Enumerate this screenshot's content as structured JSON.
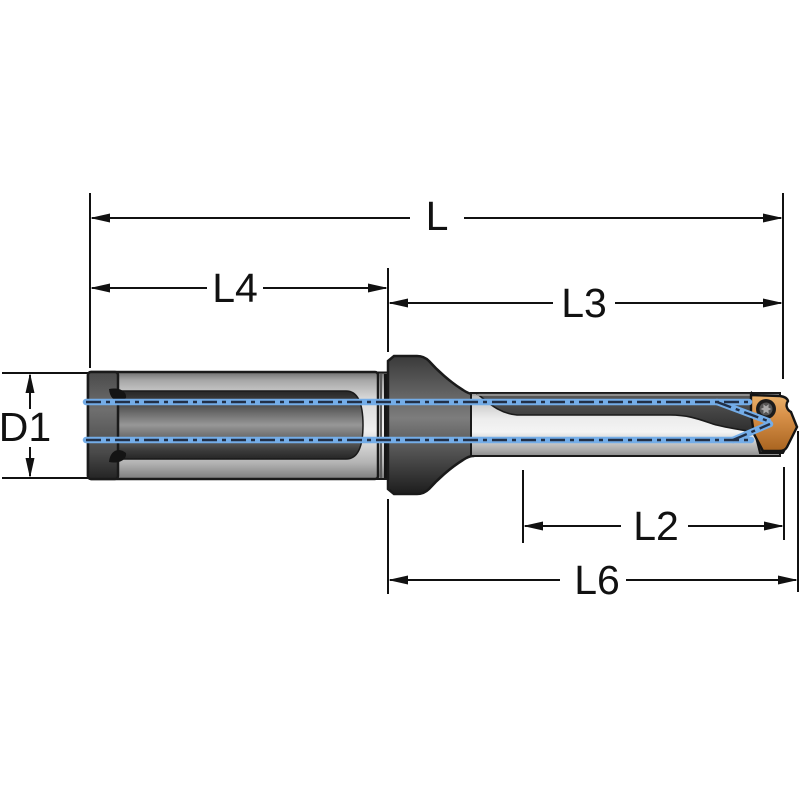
{
  "drawing": {
    "type": "technical dimension drawing",
    "subject": "Indexable insert drill with through-coolant channels",
    "dimension_labels": {
      "overall_length": "L",
      "shank_length": "L4",
      "body_length": "L3",
      "flute_length": "L2",
      "usable_length": "L6",
      "shank_diameter": "D1"
    },
    "colors": {
      "background": "#ffffff",
      "outline": "#1a1a1a",
      "dimension": "#111111",
      "coolant_line": "#74ade8",
      "coolant_dash": "#223047",
      "insert_light": "#eab26c",
      "insert_mid": "#d9924a",
      "insert_dark": "#a96420",
      "metal_light": "#efefef",
      "metal_dark": "#2e2e2e"
    }
  }
}
